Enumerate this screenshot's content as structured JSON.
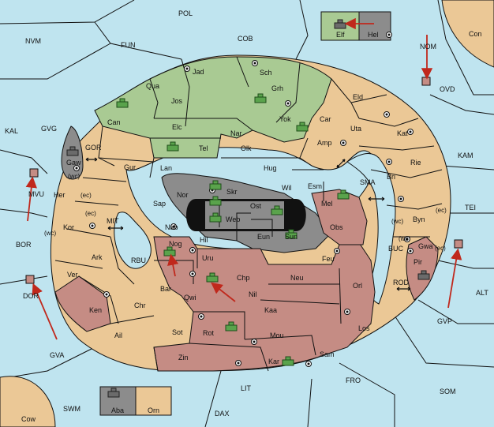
{
  "map": {
    "colors": {
      "sea": "#bfe4ef",
      "neutral": "#ebc896",
      "green": "#a9ca93",
      "gray": "#8c8c8c",
      "red": "#c58c84",
      "black": "#111111",
      "order": "#c0281c"
    },
    "seas": {
      "POL": "POL",
      "NVM": "NVM",
      "FUN": "FUN",
      "COB": "COB",
      "NOM": "NOM",
      "OVD": "OVD",
      "Con": "Con",
      "KAL": "KAL",
      "GVG": "GVG",
      "GOR": "GOR",
      "MVU": "MVU",
      "KAM": "KAM",
      "SMA": "SMA",
      "TEI": "TEI",
      "MIT": "MIT",
      "BOR": "BOR",
      "RBU": "RBU",
      "BUC": "BUC",
      "ROD": "ROD",
      "ALT": "ALT",
      "DOR": "DOR",
      "GVP": "GVP",
      "GVA": "GVA",
      "FRO": "FRO",
      "LIT": "LIT",
      "SOM": "SOM",
      "SWM": "SWM",
      "DAX": "DAX",
      "Cow": "Cow"
    },
    "provinces": {
      "Elf": "Elf",
      "Hel": "Hel",
      "Jad": "Jad",
      "Sch": "Sch",
      "Qua": "Qua",
      "Grh": "Grh",
      "Eld": "Eld",
      "Jos": "Jos",
      "Can": "Can",
      "Yok": "Yok",
      "Car": "Car",
      "Uta": "Uta",
      "Elc": "Elc",
      "Nar": "Nar",
      "Kat": "Kat",
      "Amp": "Amp",
      "Tel": "Tel",
      "Olk": "Olk",
      "Gaw": "Gaw",
      "Gur": "Gur",
      "Rie": "Rie",
      "Lan": "Lan",
      "Hug": "Hug",
      "Bri": "Bri",
      "Esm": "Esm",
      "Wil": "Wil",
      "Nor": "Nor",
      "Skr": "Skr",
      "Her": "Her",
      "Sap": "Sap",
      "Mel": "Mel",
      "Ost": "Ost",
      "Web": "Web",
      "Byn": "Byn",
      "Kor": "Kor",
      "Obs": "Obs",
      "Nab": "Nab",
      "Eun": "Eun",
      "Sun": "Sun",
      "Hil": "Hil",
      "Gwa": "Gwa",
      "Nog": "Nog",
      "Ark": "Ark",
      "Uru": "Uru",
      "Feu": "Feu",
      "Pir": "Pir",
      "Chp": "Chp",
      "Ver": "Ver",
      "Neu": "Neu",
      "Bar": "Bar",
      "Orl": "Orl",
      "Qwi": "Qwi",
      "Nil": "Nil",
      "Ken": "Ken",
      "Chr": "Chr",
      "Kaa": "Kaa",
      "Rot": "Rot",
      "Los": "Los",
      "Sot": "Sot",
      "Ail": "Ail",
      "Mou": "Mou",
      "Zin": "Zin",
      "Sam": "Sam",
      "Kar": "Kar",
      "Aba": "Aba",
      "Orn": "Orn"
    },
    "coasts": {
      "wc": "(wc)",
      "ec": "(ec)"
    }
  }
}
